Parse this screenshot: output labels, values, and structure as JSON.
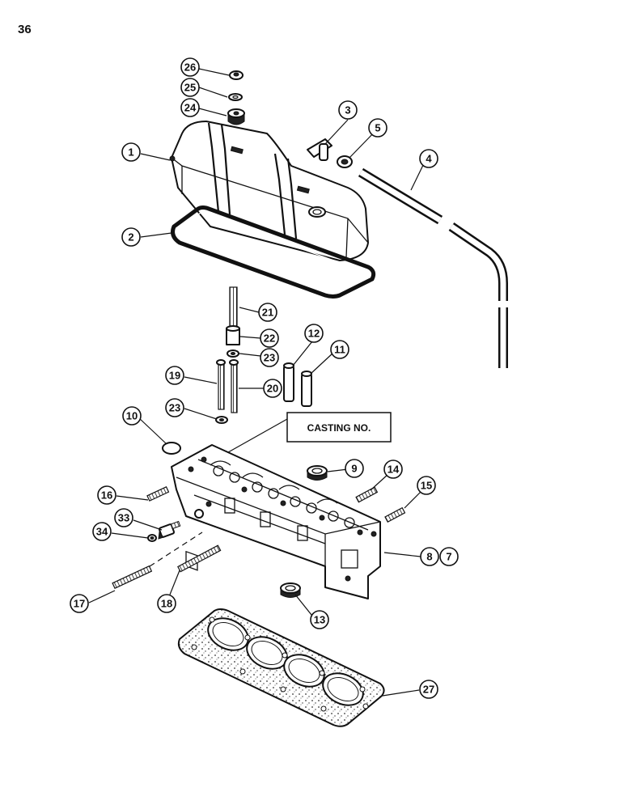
{
  "page": {
    "number": "36"
  },
  "casting_label": "CASTING NO.",
  "callouts": {
    "c1": "1",
    "c2": "2",
    "c3": "3",
    "c4": "4",
    "c5": "5",
    "c7": "7",
    "c8": "8",
    "c9": "9",
    "c10": "10",
    "c11": "11",
    "c12": "12",
    "c13": "13",
    "c14": "14",
    "c15": "15",
    "c16": "16",
    "c17": "17",
    "c18": "18",
    "c19": "19",
    "c20": "20",
    "c21": "21",
    "c22": "22",
    "c23a": "23",
    "c23b": "23",
    "c24": "24",
    "c25": "25",
    "c26": "26",
    "c27": "27",
    "c33": "33",
    "c34": "34"
  }
}
